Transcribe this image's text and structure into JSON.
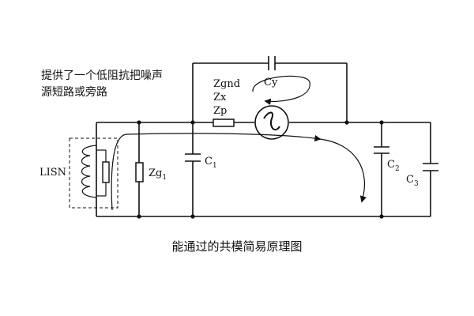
{
  "annotation": {
    "line1": "提供了一个低阻抗把噪声",
    "line2": "源短路或旁路"
  },
  "labels": {
    "lisn": "LISN",
    "zgnd": "Zgnd",
    "zx": "Zx",
    "zp": "Zp",
    "cy": "Cy",
    "zg": "Zg",
    "zg_sub": "1",
    "c1": "C",
    "c1_sub": "1",
    "c2": "C",
    "c2_sub": "2",
    "c3": "C",
    "c3_sub": "3"
  },
  "caption": "能通过的共模简易原理图"
}
